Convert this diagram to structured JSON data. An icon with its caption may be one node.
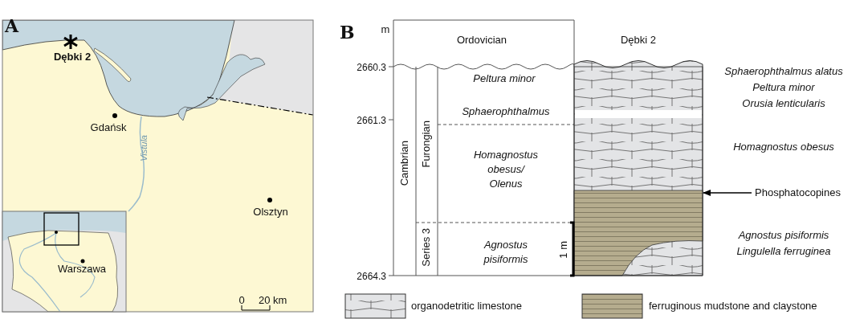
{
  "diagram": {
    "nodes": [
      {
        "text": [
          "Phosphatocopines"
        ]
      },
      {
        "text": [],
        "shape": "box"
      }
    ],
    "edges": [
      {
        "from": 0,
        "to": 1,
        "arrow": "to"
      }
    ],
    "labels": [
      "A",
      "Dębki 2",
      "Gdańsk",
      "Vistula",
      "Olsztyn",
      "Warszawa",
      "0",
      "20 km",
      "B",
      "m",
      "Ordovician",
      "Dębki 2",
      "2660.3",
      "Peltura minor",
      "Sphaerophthalmus",
      "2661.3",
      "Cambrian",
      "Furongian",
      "Homagnostus obesus/ Olenus",
      "Series 3",
      "Agnostus pisiformis",
      "1 m",
      "2664.3",
      "Sphaerophthalmus alatus",
      "Peltura minor",
      "Orusia lenticularis",
      "Homagnostus obesus",
      "Agnostus pisiformis",
      "Lingulella ferruginea"
    ],
    "legend": [
      {
        "text": "organodetritic limestone"
      },
      {
        "text": "ferruginous mudstone and claystone"
      }
    ]
  }
}
